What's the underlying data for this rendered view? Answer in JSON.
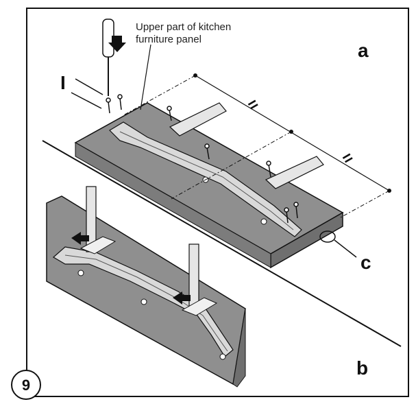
{
  "caption": {
    "line1": "Upper part of kitchen",
    "line2": "furniture panel"
  },
  "labels": {
    "a": "a",
    "b": "b",
    "c": "c",
    "i": "I",
    "equal1": "=",
    "equal2": "="
  },
  "step_number": "9",
  "colors": {
    "panel_gray": "#8f8f8f",
    "panel_dark": "#6f6f6f",
    "bracket_light": "#d9d9d9",
    "line": "#111111"
  }
}
